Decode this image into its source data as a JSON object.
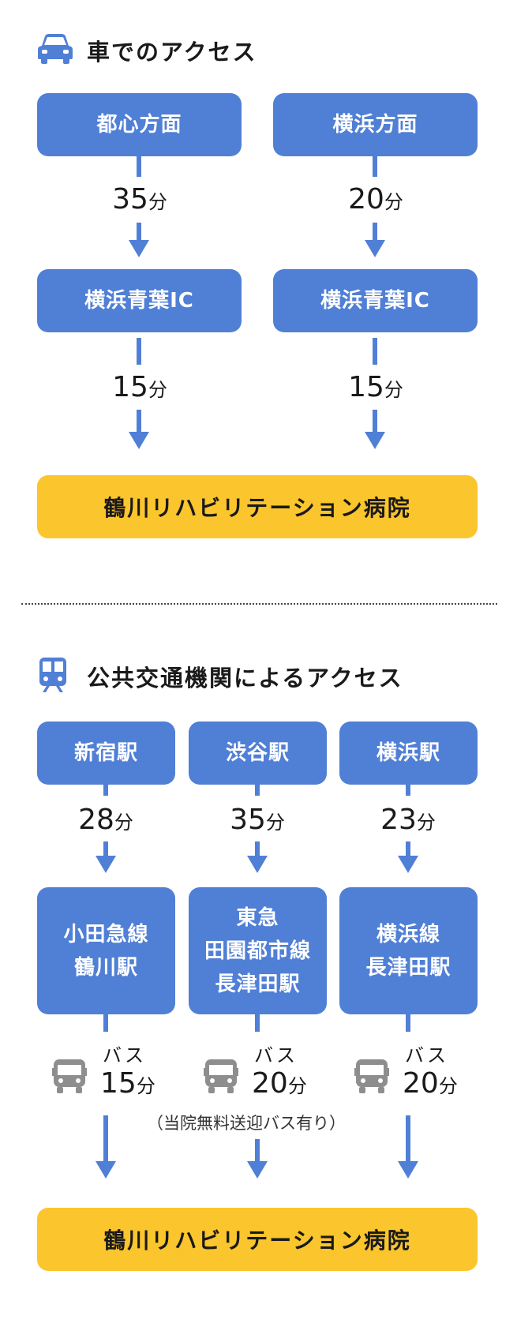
{
  "car_section": {
    "title": "車でのアクセス",
    "icon": "car-icon",
    "routes": [
      {
        "origin": "都心方面",
        "time1": "35",
        "via": "横浜青葉IC",
        "time2": "15"
      },
      {
        "origin": "横浜方面",
        "time1": "20",
        "via": "横浜青葉IC",
        "time2": "15"
      }
    ],
    "minute_unit": "分",
    "destination": "鶴川リハビリテーション病院"
  },
  "transit_section": {
    "title": "公共交通機関によるアクセス",
    "icon": "train-icon",
    "routes": [
      {
        "origin": "新宿駅",
        "time1": "28",
        "via_lines": [
          "小田急線",
          "鶴川駅"
        ],
        "bus_label": "バス",
        "bus_time": "15"
      },
      {
        "origin": "渋谷駅",
        "time1": "35",
        "via_lines": [
          "東急",
          "田園都市線",
          "長津田駅"
        ],
        "bus_label": "バス",
        "bus_time": "20"
      },
      {
        "origin": "横浜駅",
        "time1": "23",
        "via_lines": [
          "横浜線",
          "長津田駅"
        ],
        "bus_label": "バス",
        "bus_time": "20"
      }
    ],
    "minute_unit": "分",
    "shuttle_note": "（当院無料送迎バス有り）",
    "destination": "鶴川リハビリテーション病院"
  },
  "colors": {
    "primary_blue": "#507fd6",
    "destination_yellow": "#fbc52d",
    "bus_icon_gray": "#8e8e8e"
  }
}
